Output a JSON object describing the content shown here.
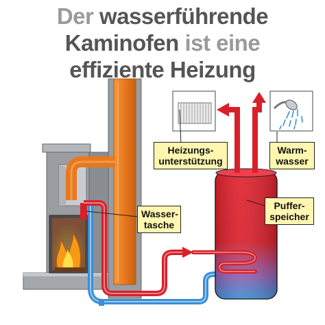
{
  "title": {
    "line1_prefix": "Der",
    "line1_main": "wasserführende",
    "line2_main": "Kaminofen",
    "line2_suffix": "ist eine",
    "line3": "effiziente Heizung"
  },
  "labels": {
    "heizung": {
      "line1": "Heizungs-",
      "line2": "unterstützung"
    },
    "warmwasser": {
      "line1": "Warm-",
      "line2": "wasser"
    },
    "wassertasche": {
      "line1": "Wasser-",
      "line2": "tasche"
    },
    "pufferspeicher": {
      "line1": "Puffer-",
      "line2": "speicher"
    }
  },
  "colors": {
    "hot_pipe": "#d8202a",
    "cold_pipe": "#3a8fd6",
    "chimney": "#e8781e",
    "stove": "#9a9ea2",
    "callout_bg": "#fff7b0",
    "title_dark": "#555555",
    "title_light": "#9a9a9a"
  }
}
